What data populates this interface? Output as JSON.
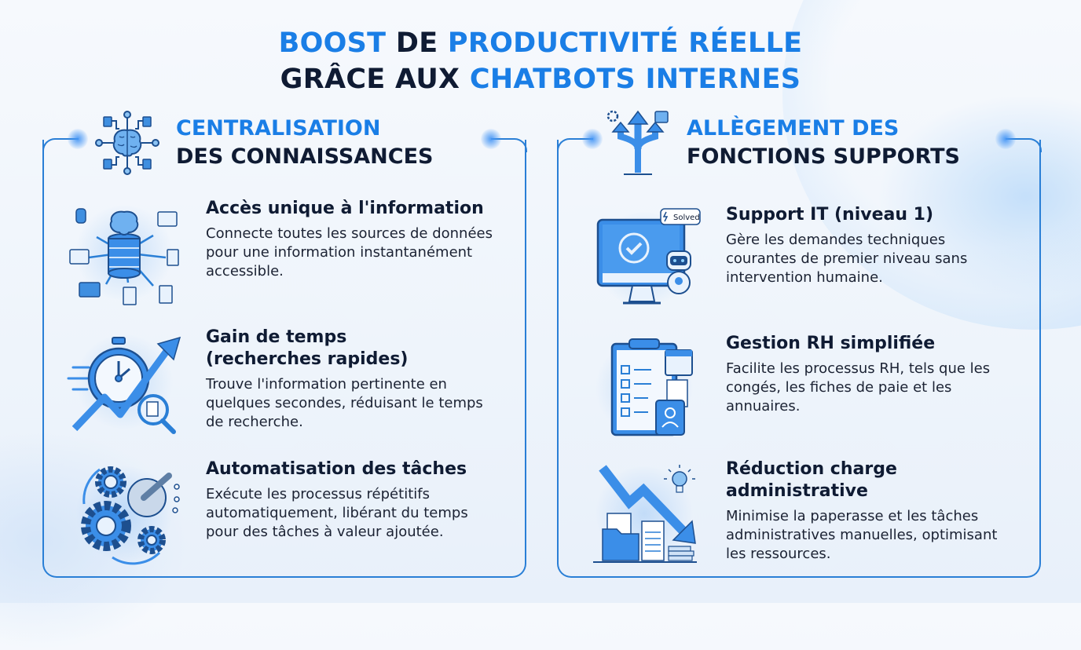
{
  "title": {
    "line1": [
      {
        "text": "BOOST",
        "accent": true
      },
      {
        "text": " DE ",
        "accent": false
      },
      {
        "text": "PRODUCTIVITÉ RÉELLE",
        "accent": true
      }
    ],
    "line2": [
      {
        "text": "GRÂCE AUX ",
        "accent": false
      },
      {
        "text": "CHATBOTS INTERNES",
        "accent": true
      }
    ]
  },
  "colors": {
    "accent": "#1a7ee6",
    "dark": "#0f1b33",
    "border": "#2a7fd6",
    "background": "#f1f6fc"
  },
  "sections": [
    {
      "title_line1": "CENTRALISATION",
      "title_line2": "DES CONNAISSANCES",
      "icon": "brain-network-icon",
      "items": [
        {
          "icon": "database-hub-icon",
          "title": "Accès unique à l'information",
          "description": "Connecte toutes les sources de données pour une information instantanément accessible."
        },
        {
          "icon": "stopwatch-growth-icon",
          "title": "Gain de temps (recherches rapides)",
          "description": "Trouve l'information pertinente en quelques secondes, réduisant le temps de recherche."
        },
        {
          "icon": "gears-automation-icon",
          "title": "Automatisation des tâches",
          "description": "Exécute les processus répétitifs automatiquement, libérant du temps pour des tâches à valeur ajoutée."
        }
      ]
    },
    {
      "title_line1": "ALLÈGEMENT DES",
      "title_line2": "FONCTIONS SUPPORTS",
      "icon": "split-arrows-icon",
      "items": [
        {
          "icon": "monitor-robot-icon",
          "badge": "Solved",
          "title": "Support IT (niveau 1)",
          "description": "Gère les demandes techniques courantes de premier niveau sans intervention humaine."
        },
        {
          "icon": "clipboard-checklist-icon",
          "title": "Gestion RH simplifiée",
          "description": "Facilite les processus RH, tels que les congés, les fiches de paie et les annuaires."
        },
        {
          "icon": "downtrend-documents-icon",
          "title": "Réduction charge administrative",
          "description": "Minimise la paperasse et les tâches administratives manuelles, optimisant les ressources."
        }
      ]
    }
  ]
}
